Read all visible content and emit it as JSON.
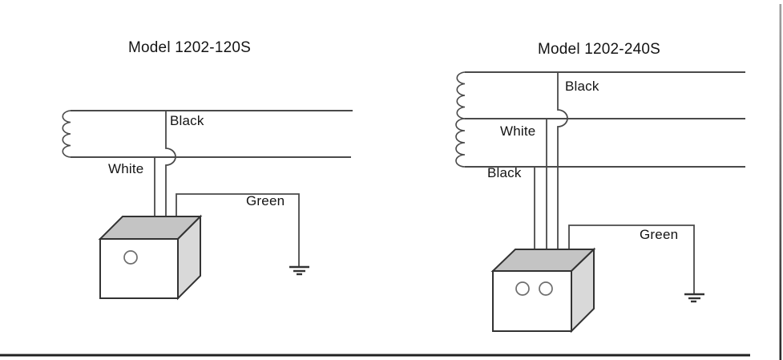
{
  "diagrams": {
    "left": {
      "title": "Model 1202-120S",
      "labels": {
        "hot": "Black",
        "neutral": "White",
        "ground": "Green"
      }
    },
    "right": {
      "title": "Model 1202-240S",
      "labels": {
        "hot_top": "Black",
        "neutral": "White",
        "hot_bottom": "Black",
        "ground": "Green"
      }
    }
  },
  "colors": {
    "background": "#ffffff",
    "wire": "#4a4a4a",
    "outline": "#333333",
    "box_top_face": "#c4c4c4",
    "box_side_face": "#d9d9d9",
    "box_front_face": "#ffffff",
    "hole_outline": "#6e6e6e",
    "text": "#141414",
    "page_edge_bottom": "#222222",
    "page_edge_right_top": "#a0a0a0",
    "page_edge_right_bottom": "#2a2a2a"
  }
}
